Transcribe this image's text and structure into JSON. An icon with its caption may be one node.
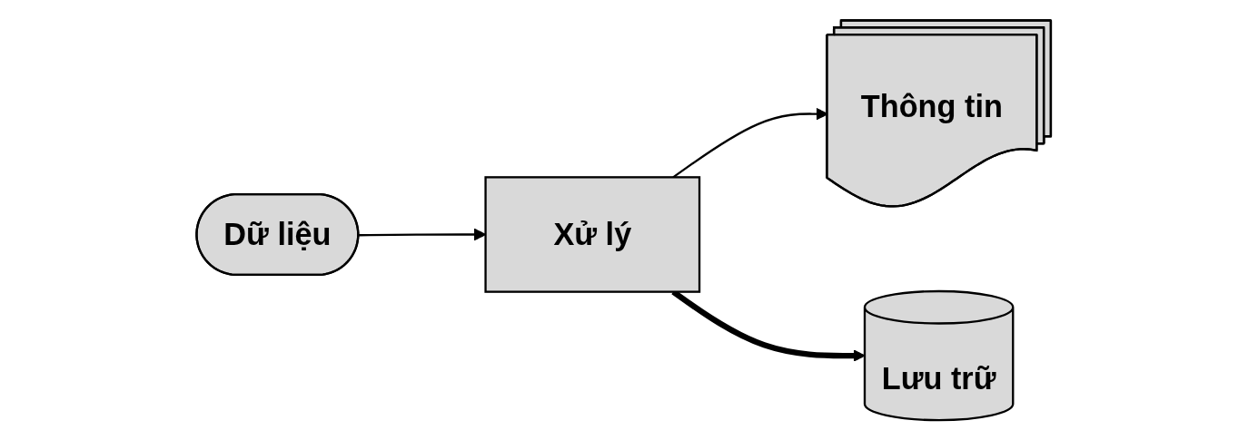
{
  "diagram": {
    "nodes": [
      {
        "text": [
          "Dữ liệu"
        ]
      },
      {
        "text": [
          "Xử lý"
        ]
      },
      {
        "text": [
          "Thông tin"
        ]
      },
      {
        "text": [
          "Lưu trữ"
        ]
      }
    ],
    "edges": [
      {
        "from": 0,
        "to": 1,
        "arrow": "to"
      },
      {
        "from": 1,
        "to": 2,
        "arrow": "to"
      },
      {
        "from": 1,
        "to": 3,
        "arrow": "to",
        "style": "thick"
      }
    ]
  }
}
